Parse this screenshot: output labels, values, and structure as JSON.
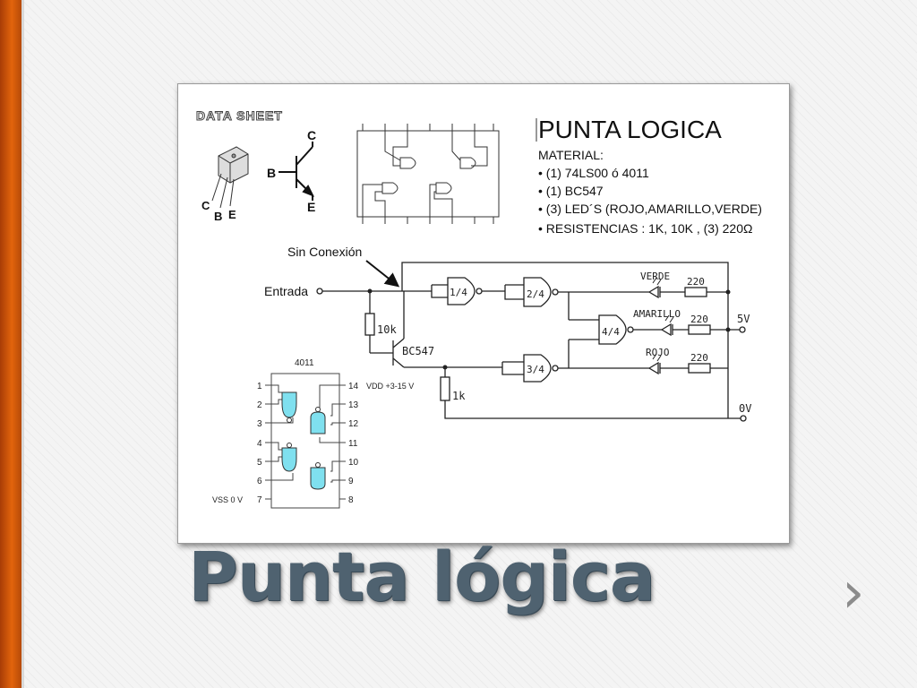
{
  "slide": {
    "title": "Punta lógica",
    "next_arrow": "›"
  },
  "sheet": {
    "datasheet_label": "DATA SHEET",
    "transistor_pins": {
      "c": "C",
      "b": "B",
      "e": "E"
    },
    "panel_title": "PUNTA LOGICA",
    "material_header": "MATERIAL:",
    "materials": [
      "• (1)  74LS00  ó   4011",
      "• (1)   BC547",
      "• (3) LED´S (ROJO,AMARILLO,VERDE)",
      "• RESISTENCIAS :  1K, 10K ,  (3) 220Ω"
    ]
  },
  "circuit": {
    "sin_conexion": "Sin Conexión",
    "entrada": "Entrada",
    "r_10k": "10k",
    "transistor": "BC547",
    "r_1k": "1k",
    "gates": [
      "1/4",
      "2/4",
      "3/4",
      "4/4"
    ],
    "leds": [
      "VERDE",
      "AMARILLO",
      "ROJO"
    ],
    "resistors_220": [
      "220",
      "220",
      "220"
    ],
    "v5": "5V",
    "v0": "0V"
  },
  "chip_4011": {
    "name": "4011",
    "left_pins": [
      "1",
      "2",
      "3",
      "4",
      "5",
      "6",
      "7"
    ],
    "right_pins": [
      "14",
      "13",
      "12",
      "11",
      "10",
      "9",
      "8"
    ],
    "vdd": "VDD +3-15 V",
    "vss": "VSS 0 V"
  },
  "colors": {
    "gate_fill": "#7fe0ef",
    "accent_bar": "#e2640c",
    "title": "#4f6270"
  }
}
